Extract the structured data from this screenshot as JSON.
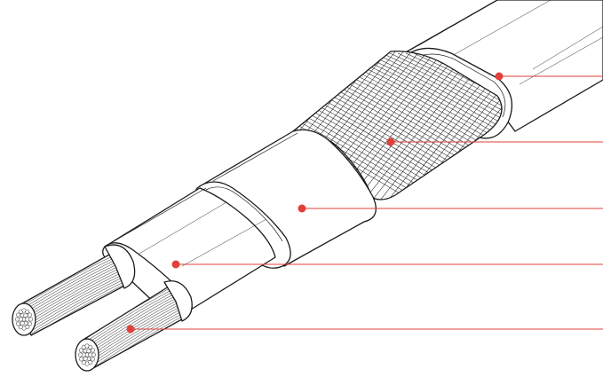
{
  "diagram": {
    "leader_color": "#e2403a",
    "marker_color": "#e2403a",
    "callouts": [
      {
        "name": "outer-jacket"
      },
      {
        "name": "braided-shield"
      },
      {
        "name": "insulation-jacket"
      },
      {
        "name": "heating-core"
      },
      {
        "name": "bus-wire-conductor"
      }
    ]
  }
}
